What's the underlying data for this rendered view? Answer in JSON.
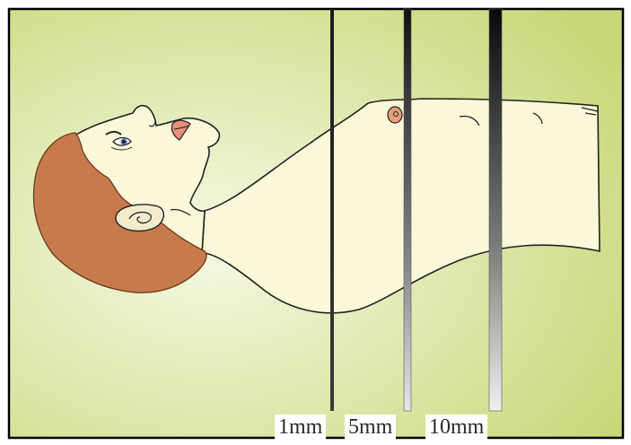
{
  "diagram": {
    "probe_labels": [
      "1mm",
      "5mm",
      "10mm"
    ],
    "colors": {
      "background_center": "#f6f8e4",
      "background_edge": "#c6d877",
      "skin": "#fbf7d9",
      "hair": "#c77a4b",
      "outline": "#222222",
      "border": "#000000"
    }
  }
}
